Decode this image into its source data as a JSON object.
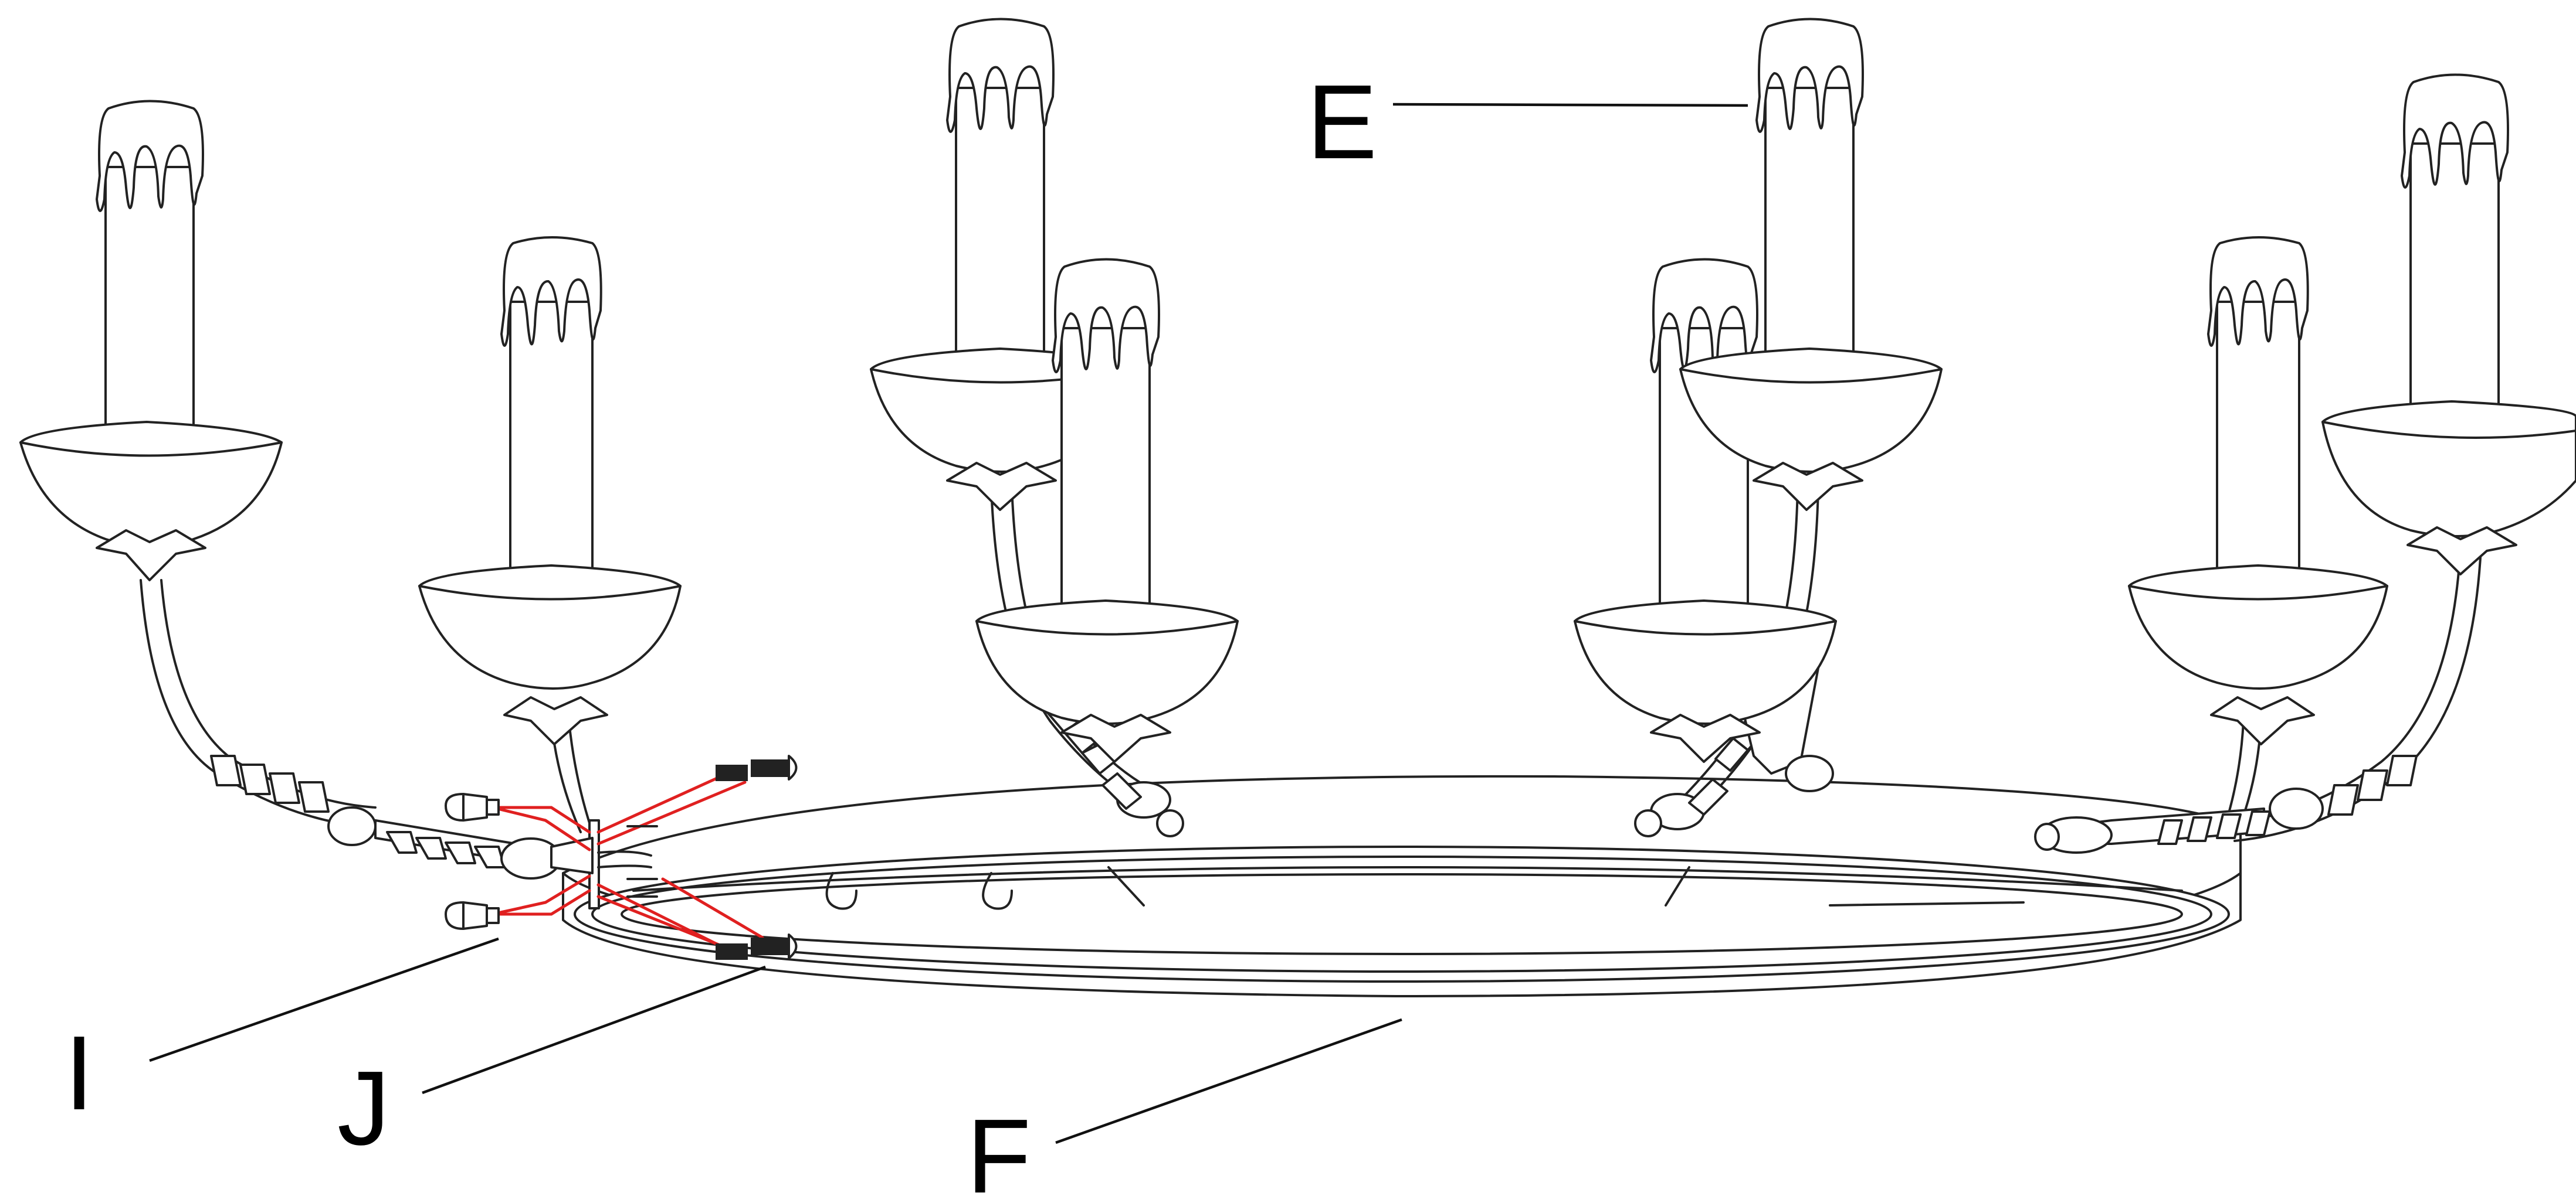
{
  "labels": {
    "E": "E",
    "F": "F",
    "I": "I",
    "J": "J"
  },
  "colors": {
    "line": "#222222",
    "wire": "#e02020",
    "background": "#ffffff"
  }
}
